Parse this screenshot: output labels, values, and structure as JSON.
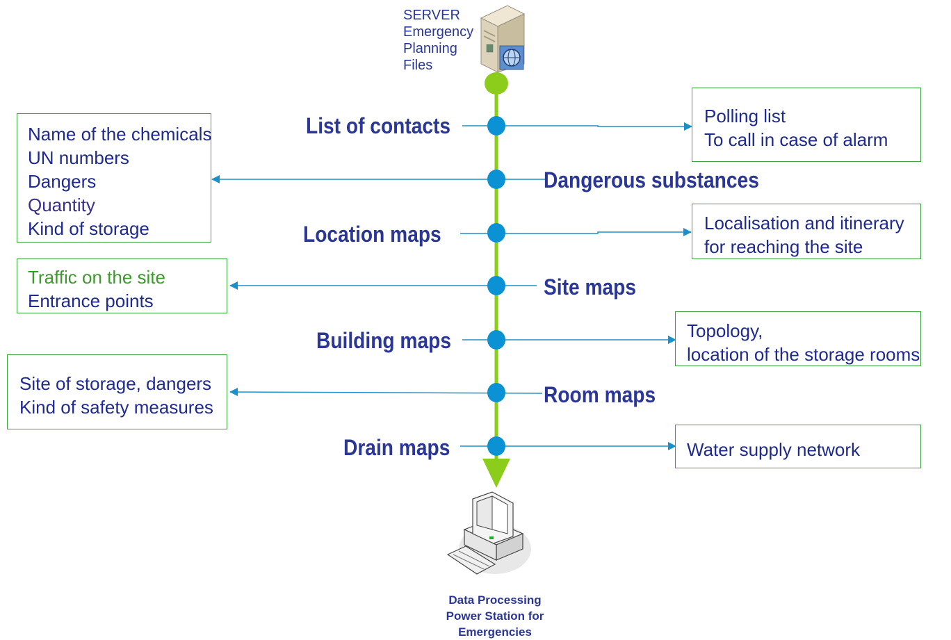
{
  "server": {
    "lines": [
      "SERVER",
      "Emergency",
      "Planning",
      "Files"
    ],
    "icon": "server-tower-icon"
  },
  "station": {
    "lines": [
      "Data Processing",
      "Power Station for",
      "Emergencies"
    ],
    "icon": "desktop-computer-icon"
  },
  "nodes": [
    {
      "label": "List of contacts",
      "label_side": "left"
    },
    {
      "label": "Dangerous substances",
      "label_side": "right"
    },
    {
      "label": "Location maps",
      "label_side": "left"
    },
    {
      "label": "Site maps",
      "label_side": "right"
    },
    {
      "label": "Building maps",
      "label_side": "left"
    },
    {
      "label": "Room maps",
      "label_side": "right"
    },
    {
      "label": "Drain maps",
      "label_side": "left"
    }
  ],
  "right_boxes": [
    {
      "lines": [
        "Polling list",
        "To call in case of alarm"
      ]
    },
    {
      "lines": [
        "Localisation and itinerary",
        "for reaching the site"
      ]
    },
    {
      "lines": [
        "Topology,",
        "location of the storage rooms"
      ]
    },
    {
      "lines": [
        "Water supply network"
      ]
    }
  ],
  "left_boxes": [
    {
      "lines": [
        "Name of the chemicals",
        "UN numbers",
        "Dangers",
        "Quantity",
        "Kind of storage"
      ]
    },
    {
      "lines": [
        "Traffic on the site",
        "Entrance points"
      ]
    },
    {
      "lines": [
        "Site of storage, dangers",
        "Kind of safety measures"
      ]
    }
  ],
  "colors": {
    "spine": "#8ccc1a",
    "node": "#0a92d4",
    "arrow": "#1a8fc9",
    "box_border": "#3aa33a",
    "label_text": "#2a3796"
  }
}
